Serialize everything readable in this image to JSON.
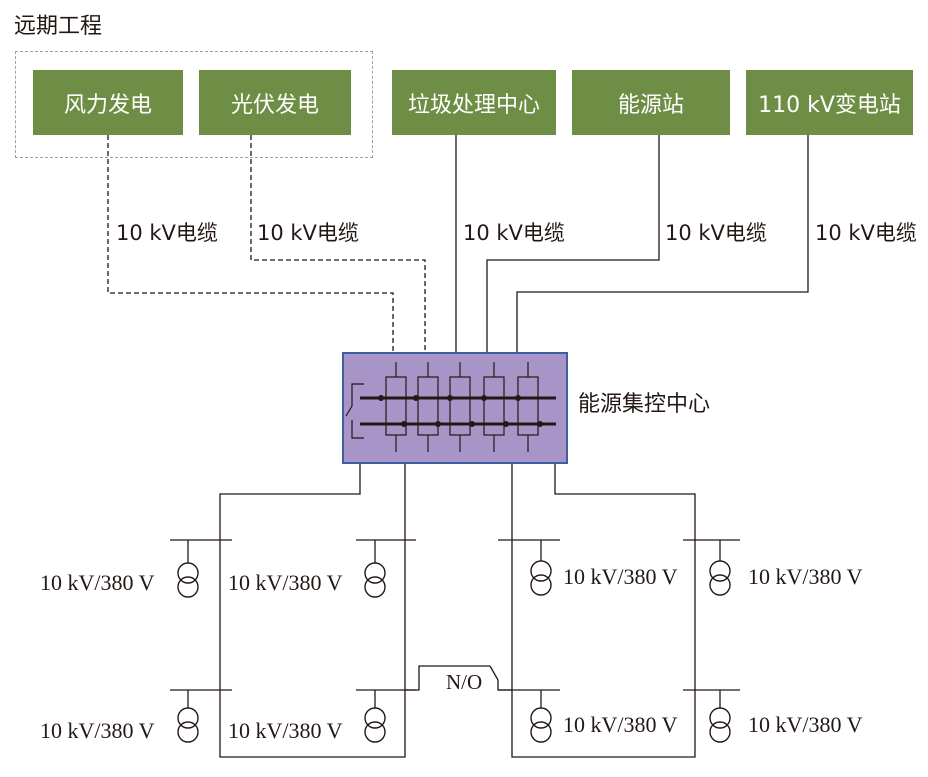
{
  "far_term_label": "远期工程",
  "sources": [
    {
      "label": "风力发电",
      "cable": "10 kV电缆",
      "planned": true
    },
    {
      "label": "光伏发电",
      "cable": "10 kV电缆",
      "planned": true
    },
    {
      "label": "垃圾处理中心",
      "cable": "10 kV电缆",
      "planned": false
    },
    {
      "label": "能源站",
      "cable": "10 kV电缆",
      "planned": false
    },
    {
      "label": "110 kV变电站",
      "cable": "10 kV电缆",
      "planned": false
    }
  ],
  "control_center_label": "能源集控中心",
  "transformers": [
    {
      "label": "10 kV/380 V"
    },
    {
      "label": "10 kV/380 V"
    },
    {
      "label": "10 kV/380 V"
    },
    {
      "label": "10 kV/380 V"
    },
    {
      "label": "10 kV/380 V"
    },
    {
      "label": "10 kV/380 V"
    },
    {
      "label": "10 kV/380 V"
    },
    {
      "label": "10 kV/380 V"
    }
  ],
  "tie_switch_label": "N/O",
  "colors": {
    "source_box": "#6e8e45",
    "control_center": "#a895c8",
    "control_border": "#3b5fa0",
    "line": "#231815",
    "dashed_frame": "#a0a0a0"
  }
}
